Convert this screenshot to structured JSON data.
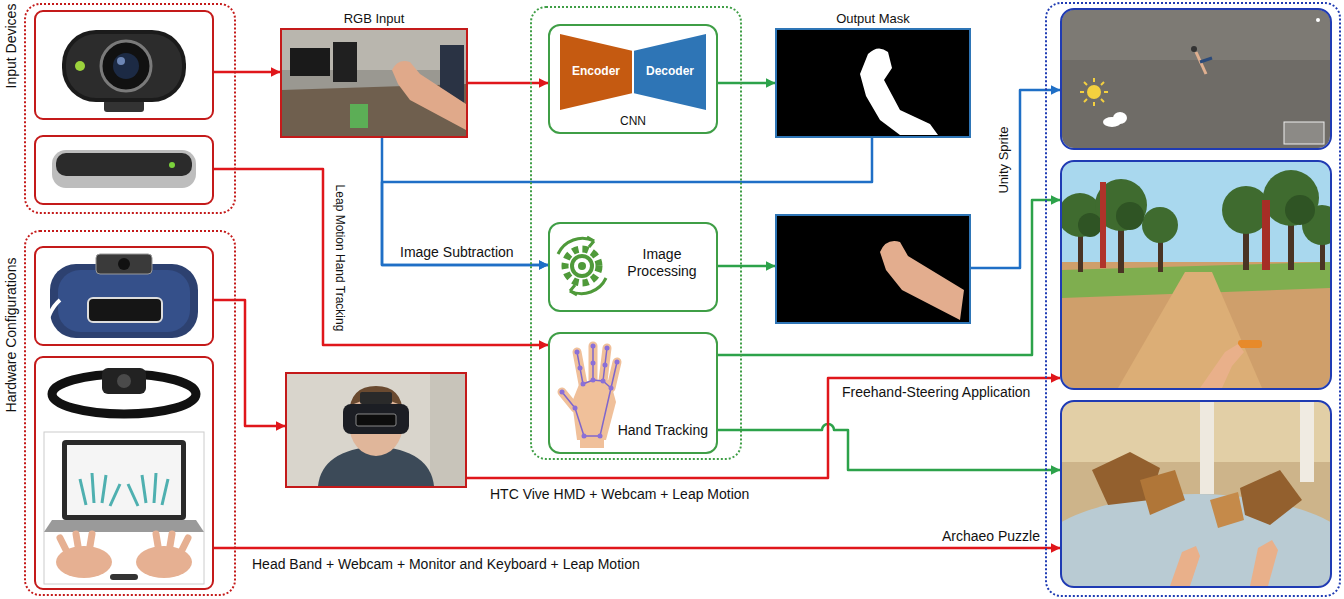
{
  "diagram": {
    "nodes": [
      {
        "text": [
          "Input Devices"
        ]
      },
      {
        "in": 0
      },
      {
        "in": 0
      },
      {
        "text": [
          "Hardware Configurations"
        ]
      },
      {
        "in": 3
      },
      {
        "in": 3
      },
      {
        "text": [
          "RGB Input"
        ]
      },
      {},
      {
        "text": [
          "CNN"
        ],
        "in": 7
      },
      {
        "text": [
          "Encoder"
        ],
        "in": 8
      },
      {
        "text": [
          "Decoder"
        ],
        "in": 8
      },
      {
        "text": [
          "Image Processing"
        ],
        "in": 7
      },
      {
        "text": [
          "Hand Tracking"
        ],
        "in": 7
      },
      {
        "text": [
          "Output Mask"
        ]
      },
      {},
      {},
      {},
      {
        "in": 16
      },
      {
        "in": 16
      },
      {
        "in": 16
      }
    ],
    "edges": [
      {
        "from": 1,
        "to": 6,
        "arrow": "to"
      },
      {
        "from": 2,
        "to": 12,
        "label": "Leap Motion Hand Tracking",
        "arrow": "to"
      },
      {
        "from": 6,
        "to": 8,
        "arrow": "to"
      },
      {
        "from": 8,
        "to": 13,
        "arrow": "to"
      },
      {
        "from": 6,
        "to": 11,
        "label": "Image Subtraction",
        "arrow": "to"
      },
      {
        "from": 13,
        "to": 11,
        "arrow": "to"
      },
      {
        "from": 11,
        "to": 14,
        "arrow": "to"
      },
      {
        "from": 14,
        "to": 17,
        "label": "Unity Sprite",
        "arrow": "to"
      },
      {
        "from": 12,
        "to": 18,
        "arrow": "to"
      },
      {
        "from": 12,
        "to": 19,
        "arrow": "to"
      },
      {
        "from": 4,
        "to": 15,
        "arrow": "to"
      },
      {
        "from": 15,
        "to": 18,
        "label": "HTC Vive HMD + Webcam + Leap Motion",
        "arrow": "to"
      },
      {
        "from": 5,
        "to": 19,
        "label": "Head Band + Webcam + Monitor and Keyboard + Leap Motion",
        "arrow": "to"
      }
    ],
    "labels": [
      "Freehand-Steering Application",
      "Archaeo Puzzle"
    ]
  }
}
